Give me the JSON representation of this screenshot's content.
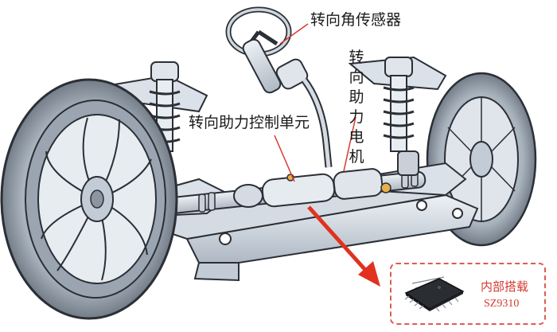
{
  "labels": {
    "steering_angle_sensor": "转向角传感器",
    "assist_motor": "转向助力电机",
    "assist_control_unit": "转向助力控制单元"
  },
  "callout": {
    "title": "内部搭载",
    "model": "SZ9310"
  },
  "colors": {
    "callout_text": "#d23a2f",
    "callout_border": "#e05b50",
    "arrow": "#e0321f",
    "line_art": "#2b2f36",
    "metal": "#c9d0d8",
    "steel_blue": "#b7c4d3"
  }
}
